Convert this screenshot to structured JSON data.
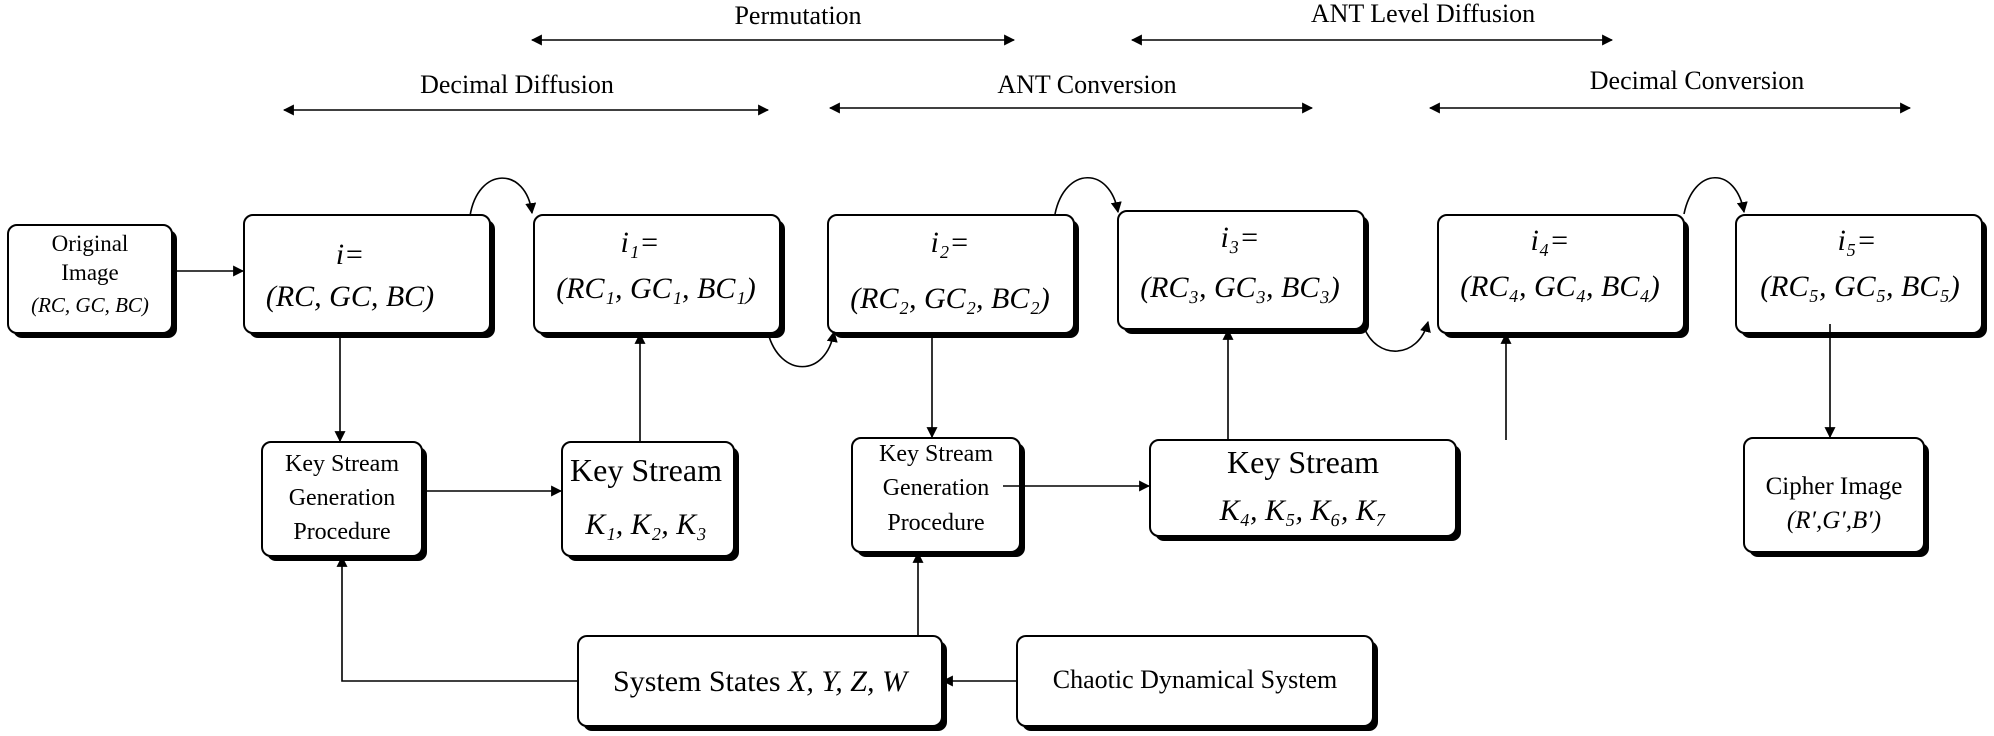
{
  "stages": {
    "permutation": "Permutation",
    "ant_level_diffusion": "ANT Level Diffusion",
    "decimal_diffusion": "Decimal Diffusion",
    "ant_conversion": "ANT Conversion",
    "decimal_conversion": "Decimal Conversion"
  },
  "original_image": {
    "line1": "Original",
    "line2": "Image",
    "line3": "(RC, GC, BC)"
  },
  "states": [
    {
      "top": "i=",
      "bottom": "(RC, GC, BC)"
    },
    {
      "top": "i₁=",
      "bottom": "(RC₁, GC₁, BC₁)"
    },
    {
      "top": "i₂=",
      "bottom": "(RC₂, GC₂, BC₂)"
    },
    {
      "top": "i₃=",
      "bottom": "(RC₃, GC₃, BC₃)"
    },
    {
      "top": "i₄=",
      "bottom": "(RC₄, GC₄, BC₄)"
    },
    {
      "top": "i₅=",
      "bottom": "(RC₅, GC₅, BC₅)"
    }
  ],
  "keygen_1": {
    "line1": "Key Stream",
    "line2": "Generation",
    "line3": "Procedure"
  },
  "keygen_2": {
    "line1": "Key Stream",
    "line2": "Generation",
    "line3": "Procedure"
  },
  "keystream_1": {
    "title": "Key Stream",
    "keys": "K₁, K₂, K₃"
  },
  "keystream_2": {
    "title": "Key Stream",
    "keys": "K₄, K₅, K₆, K₇"
  },
  "cipher_image": {
    "line1": "Cipher Image",
    "line2": "(R′,G′,B′)"
  },
  "system_states": {
    "label": "System States ",
    "vars": "X, Y, Z, W"
  },
  "chaotic_system": {
    "label": "Chaotic Dynamical System"
  }
}
